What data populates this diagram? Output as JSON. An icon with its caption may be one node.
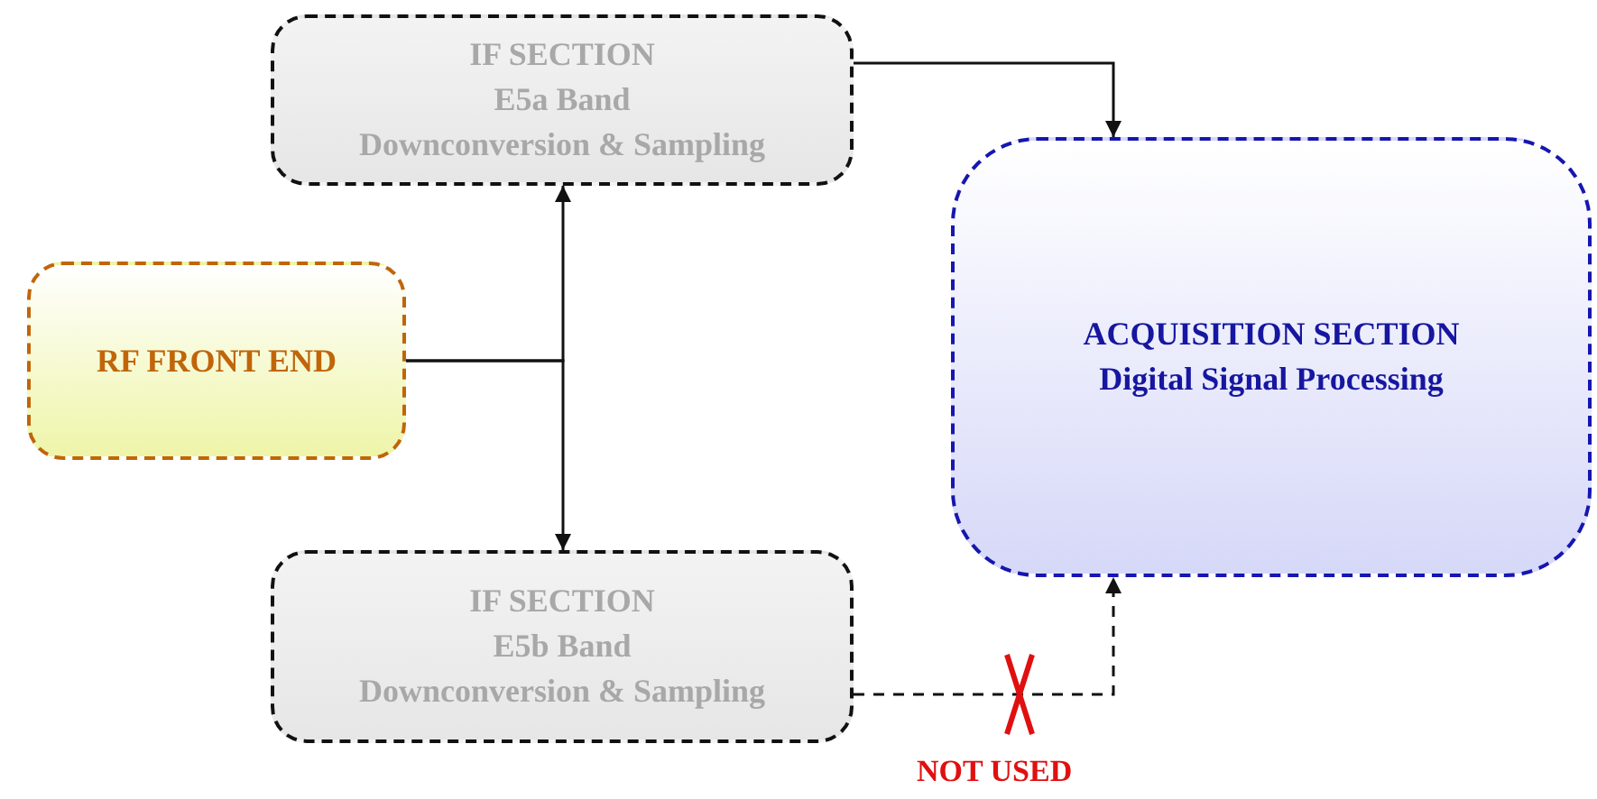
{
  "diagram": {
    "nodes": [
      {
        "text": [
          "IF SECTION",
          "E5a Band",
          "Downconversion & Sampling"
        ]
      },
      {
        "text": [
          "RF FRONT END"
        ]
      },
      {
        "text": [
          "IF SECTION",
          "E5b Band",
          "Downconversion & Sampling"
        ]
      },
      {
        "text": [
          "ACQUISITION SECTION",
          "Digital Signal Processing"
        ]
      }
    ],
    "edges": [
      {
        "from": 1,
        "to": 0,
        "arrow": "to"
      },
      {
        "from": 1,
        "to": 2,
        "arrow": "to"
      },
      {
        "from": 0,
        "to": 3,
        "arrow": "to"
      },
      {
        "from": 2,
        "to": 3,
        "arrow": "to",
        "style": "dashed",
        "label": "NOT USED"
      }
    ]
  }
}
